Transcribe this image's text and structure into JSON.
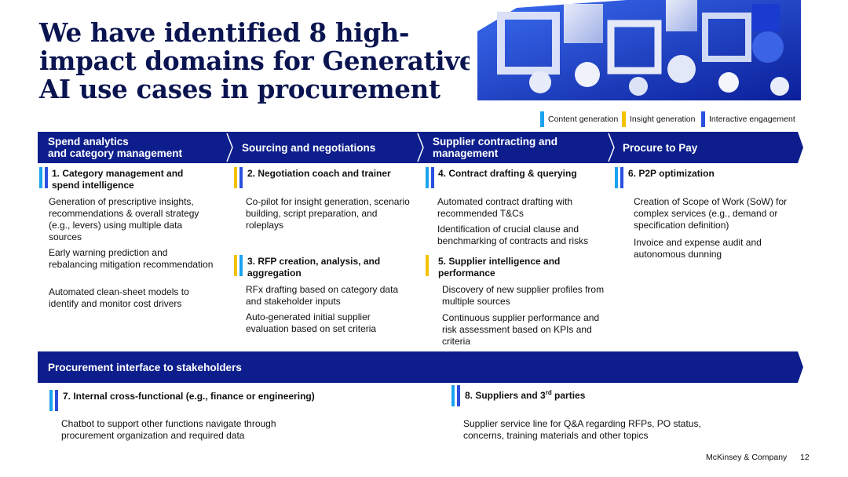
{
  "title": "We have identified 8 high-impact domains for Generative AI use cases in procurement",
  "colors": {
    "navy": "#0d1e8c",
    "content": "#1aa3f0",
    "insight": "#f5c200",
    "interactive": "#2a50e0"
  },
  "legend": {
    "content": "Content generation",
    "insight": "Insight generation",
    "interactive": "Interactive engagement"
  },
  "phases": [
    {
      "label_line1": "Spend analytics",
      "label_line2": "and category management"
    },
    {
      "label_line1": "Sourcing and negotiations",
      "label_line2": ""
    },
    {
      "label_line1": "Supplier contracting and",
      "label_line2": "management"
    },
    {
      "label_line1": "Procure to Pay",
      "label_line2": ""
    }
  ],
  "items": {
    "i1": {
      "title_line1": "1. Category management and",
      "title_line2": "spend intelligence",
      "descs": [
        "Generation of prescriptive insights, recommendations & overall strategy (e.g., levers) using multiple data sources",
        "Early warning prediction and rebalancing mitigation recommendation",
        "Automated clean-sheet models to identify and monitor cost drivers"
      ]
    },
    "i2": {
      "title_line1": "2. Negotiation coach and trainer",
      "descs": [
        "Co-pilot for insight generation, scenario building, script preparation, and roleplays"
      ]
    },
    "i3": {
      "title_line1": "3. RFP creation, analysis, and",
      "title_line2": "aggregation",
      "descs": [
        "RFx drafting based on category data and stakeholder inputs",
        "Auto-generated initial supplier evaluation based on set criteria"
      ]
    },
    "i4": {
      "title_line1": "4. Contract drafting & querying",
      "descs": [
        "Automated contract drafting with recommended T&Cs",
        "Identification of crucial clause and benchmarking of contracts and risks"
      ]
    },
    "i5": {
      "title_line1": "5. Supplier intelligence and",
      "title_line2": "performance",
      "descs": [
        "Discovery of new supplier profiles from multiple sources",
        "Continuous supplier performance and risk assessment based on KPIs and criteria"
      ]
    },
    "i6": {
      "title_line1": "6. P2P optimization",
      "descs": [
        "Creation of Scope of Work (SoW) for complex services (e.g., demand or specification definition)",
        "Invoice and expense audit and autonomous dunning"
      ]
    },
    "i7": {
      "title_line1": "7. Internal cross-functional (e.g., finance or engineering)",
      "descs": [
        "Chatbot to support other functions navigate through procurement organization and required data"
      ]
    },
    "i8": {
      "title_main": "8. Suppliers and 3",
      "title_sup": "rd",
      "title_end": " parties",
      "descs": [
        "Supplier service line for Q&A regarding RFPs, PO status, concerns, training materials and other topics"
      ]
    }
  },
  "interface_bar": "Procurement interface to stakeholders",
  "footer": {
    "brand": "McKinsey & Company",
    "page": "12"
  }
}
